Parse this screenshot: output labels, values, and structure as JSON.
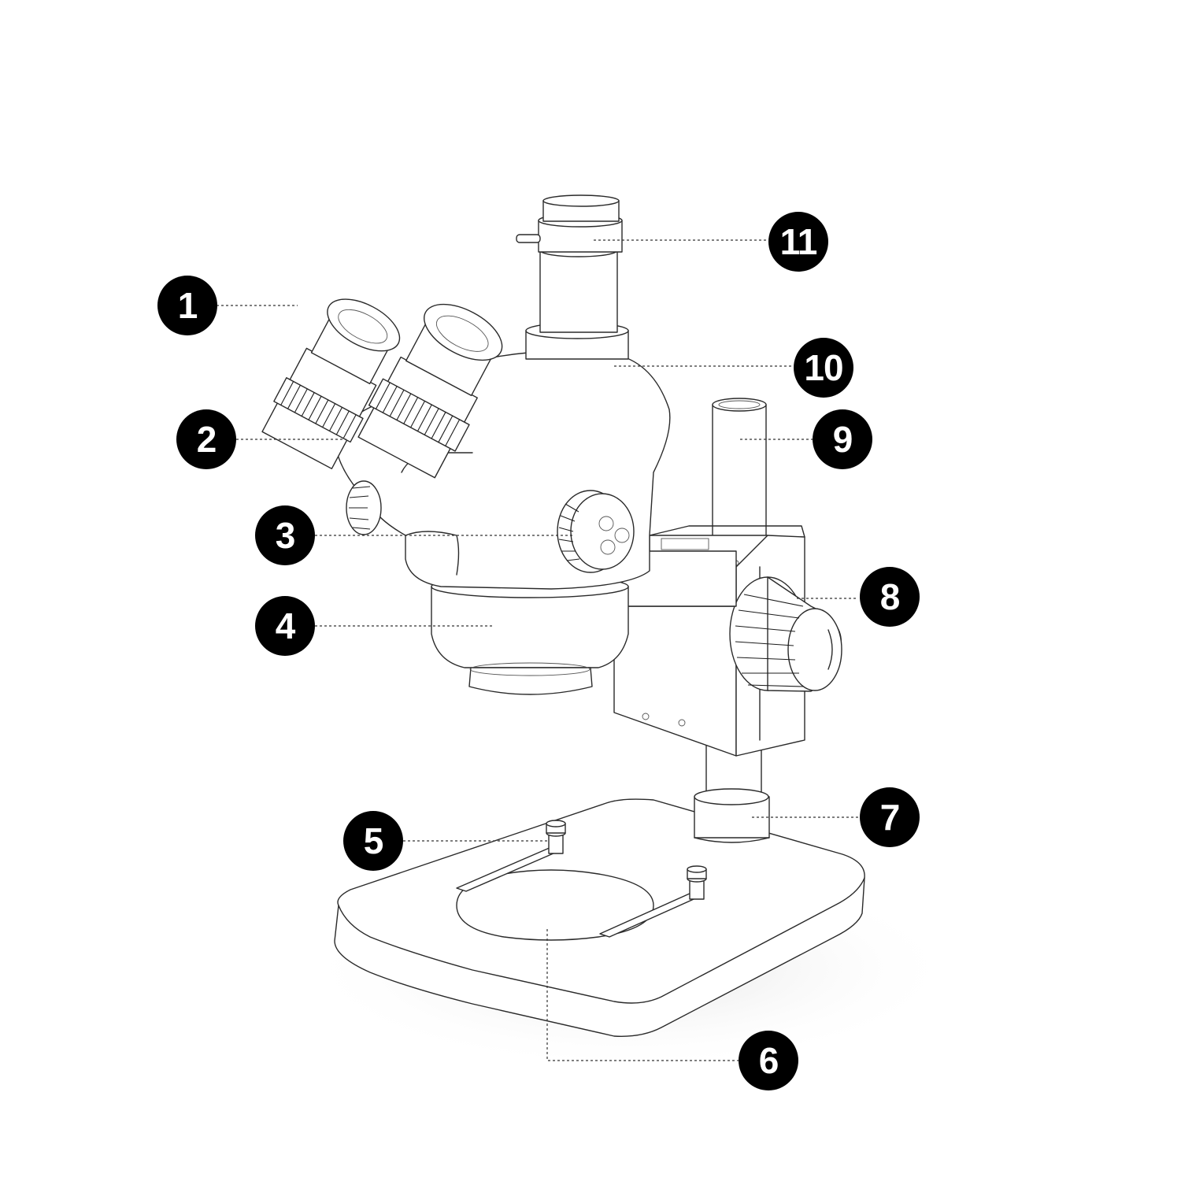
{
  "callouts": [
    {
      "id": "1",
      "label": "1",
      "part": "eyepiece"
    },
    {
      "id": "2",
      "label": "2",
      "part": "diopter-ring"
    },
    {
      "id": "3",
      "label": "3",
      "part": "zoom-knob"
    },
    {
      "id": "4",
      "label": "4",
      "part": "objective-lens"
    },
    {
      "id": "5",
      "label": "5",
      "part": "stage-clip"
    },
    {
      "id": "6",
      "label": "6",
      "part": "stage-plate"
    },
    {
      "id": "7",
      "label": "7",
      "part": "pillar-collar"
    },
    {
      "id": "8",
      "label": "8",
      "part": "focus-knob"
    },
    {
      "id": "9",
      "label": "9",
      "part": "pillar"
    },
    {
      "id": "10",
      "label": "10",
      "part": "trinocular-head"
    },
    {
      "id": "11",
      "label": "11",
      "part": "camera-adapter"
    }
  ],
  "colors": {
    "callout_bg": "#000000",
    "callout_text": "#ffffff",
    "line": "#2a2a2a"
  }
}
